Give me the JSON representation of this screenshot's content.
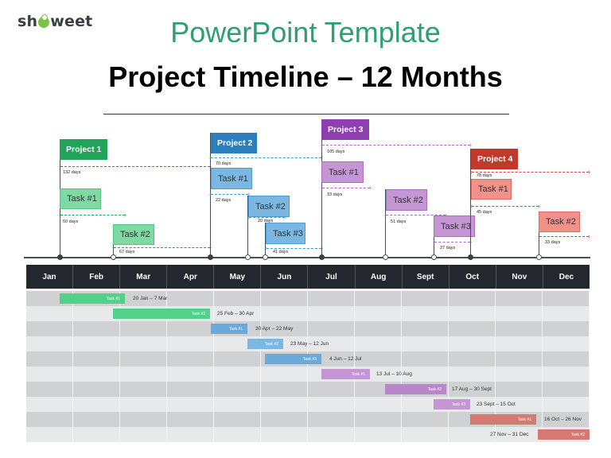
{
  "header": {
    "logo": {
      "prefix": "sh",
      "suffix": "weet"
    },
    "subtitle": "PowerPoint Template",
    "title": "Project Timeline – 12 Months"
  },
  "colors": {
    "project1": "#22a35a",
    "task_green": "#7ed9a3",
    "bar_green": "#52d18a",
    "project2": "#2c7fbd",
    "task_blue": "#7ab8e3",
    "bar_blue": "#6aaad9",
    "project3": "#8e3fae",
    "task_purple": "#c497d4",
    "bar_purple": "#b887c9",
    "project4": "#c0392b",
    "task_red": "#f0918a",
    "bar_red": "#d47a72"
  },
  "timeline": {
    "projects": [
      {
        "label": "Project 1",
        "days": "132 days"
      },
      {
        "label": "Project 2",
        "days": "70 days"
      },
      {
        "label": "Project 3",
        "days": "105 days"
      },
      {
        "label": "Project 4",
        "days": "78 days"
      }
    ],
    "tasks": [
      {
        "label": "Task #1",
        "days": "50 days"
      },
      {
        "label": "Task #2",
        "days": "67 days"
      },
      {
        "label": "Task #1",
        "days": "22 days"
      },
      {
        "label": "Task #2",
        "days": "20 days"
      },
      {
        "label": "Task #3",
        "days": "41 days"
      },
      {
        "label": "Task #1",
        "days": "33 days"
      },
      {
        "label": "Task #2",
        "days": "51 days"
      },
      {
        "label": "Task #3",
        "days": "27 days"
      },
      {
        "label": "Task #1",
        "days": "45 days"
      },
      {
        "label": "Task #2",
        "days": "33 days"
      }
    ]
  },
  "gantt": {
    "months": [
      "Jan",
      "Feb",
      "Mar",
      "Apr",
      "May",
      "Jun",
      "Jul",
      "Aug",
      "Sept",
      "Oct",
      "Nov",
      "Dec"
    ],
    "rows": [
      {
        "task": "Task #1",
        "range": "20 Jan – 7 Mar"
      },
      {
        "task": "Task #2",
        "range": "25 Feb – 30 Apr"
      },
      {
        "task": "Task #1",
        "range": "30 Apr – 22 May"
      },
      {
        "task": "Task #2",
        "range": "23 May – 12 Jun"
      },
      {
        "task": "Task #3",
        "range": "4 Jun – 12 Jul"
      },
      {
        "task": "Task #1",
        "range": "13 Jul – 10 Aug"
      },
      {
        "task": "Task #2",
        "range": "17 Aug – 30 Sept"
      },
      {
        "task": "Task #3",
        "range": "23 Sept – 15 Oct"
      },
      {
        "task": "Task #1",
        "range": "16 Oct – 26 Nov"
      },
      {
        "task": "Task #2",
        "range": "27 Nov – 31 Dec"
      }
    ]
  }
}
